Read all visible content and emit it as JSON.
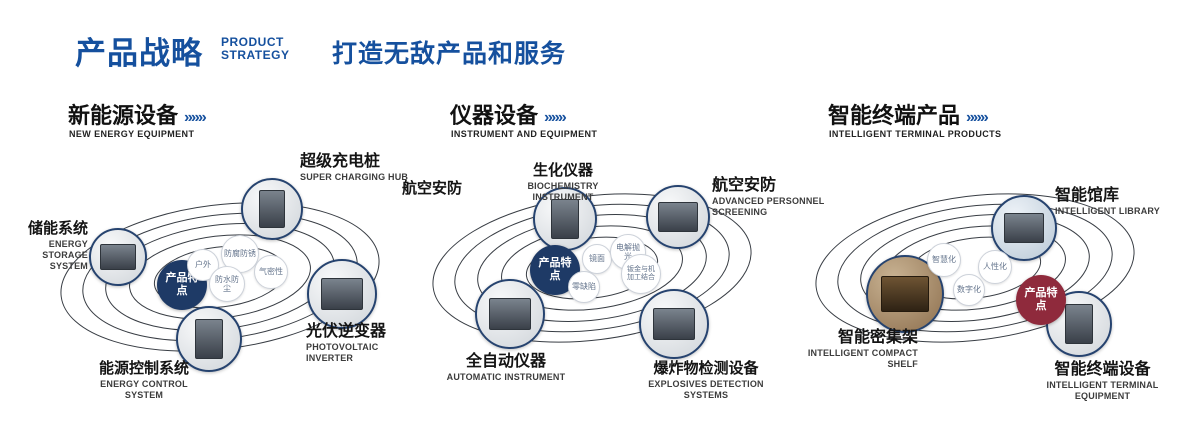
{
  "header": {
    "title": "产品战略",
    "subtitle_lines": [
      "PRODUCT",
      "STRATEGY"
    ],
    "slogan": "打造无敌产品和服务"
  },
  "icons": {
    "chevrons": "»»»"
  },
  "colors": {
    "brand_blue": "#15509e",
    "badge_navy": "#1e3a66",
    "badge_red": "#8f2a3c"
  },
  "sections": [
    {
      "title": "新能源设备",
      "subtitle": "NEW ENERGY EQUIPMENT",
      "badge": "产品特点",
      "badge_color": "#1e3a66",
      "nodes": [
        {
          "label": "储能系统",
          "sublabel": "ENERGY STORAGE SYSTEM"
        },
        {
          "label": "超级充电桩",
          "sublabel": "SUPER CHARGING HUB"
        },
        {
          "label": "光伏逆变器",
          "sublabel": "PHOTOVOLTAIC INVERTER"
        },
        {
          "label": "能源控制系统",
          "sublabel": "ENERGY CONTROL SYSTEM"
        }
      ],
      "bubbles": [
        "户外",
        "防腐防锈",
        "气密性",
        "防水防尘"
      ]
    },
    {
      "title": "仪器设备",
      "subtitle": "INSTRUMENT AND EQUIPMENT",
      "badge": "产品特点",
      "badge_color": "#1e3a66",
      "extra_label": "航空安防",
      "nodes": [
        {
          "label": "生化仪器",
          "sublabel": "BIOCHEMISTRY INSTRUMENT"
        },
        {
          "label": "航空安防",
          "sublabel": "ADVANCED PERSONNEL SCREENING"
        },
        {
          "label": "全自动仪器",
          "sublabel": "AUTOMATIC INSTRUMENT"
        },
        {
          "label": "爆炸物检测设备",
          "sublabel": "EXPLOSIVES DETECTION SYSTEMS"
        }
      ],
      "bubbles": [
        "镜面",
        "电解抛光",
        "零缺陷",
        "钣金与机加工结合"
      ]
    },
    {
      "title": "智能终端产品",
      "subtitle": "INTELLIGENT TERMINAL PRODUCTS",
      "badge": "产品特点",
      "badge_color": "#8f2a3c",
      "nodes": [
        {
          "label": "智能馆库",
          "sublabel": "INTELLIGENT LIBRARY"
        },
        {
          "label": "智能密集架",
          "sublabel": "INTELLIGENT COMPACT SHELF"
        },
        {
          "label": "智能终端设备",
          "sublabel": "INTELLIGENT TERMINAL EQUIPMENT"
        }
      ],
      "bubbles": [
        "智慧化",
        "人性化",
        "数字化"
      ]
    }
  ]
}
